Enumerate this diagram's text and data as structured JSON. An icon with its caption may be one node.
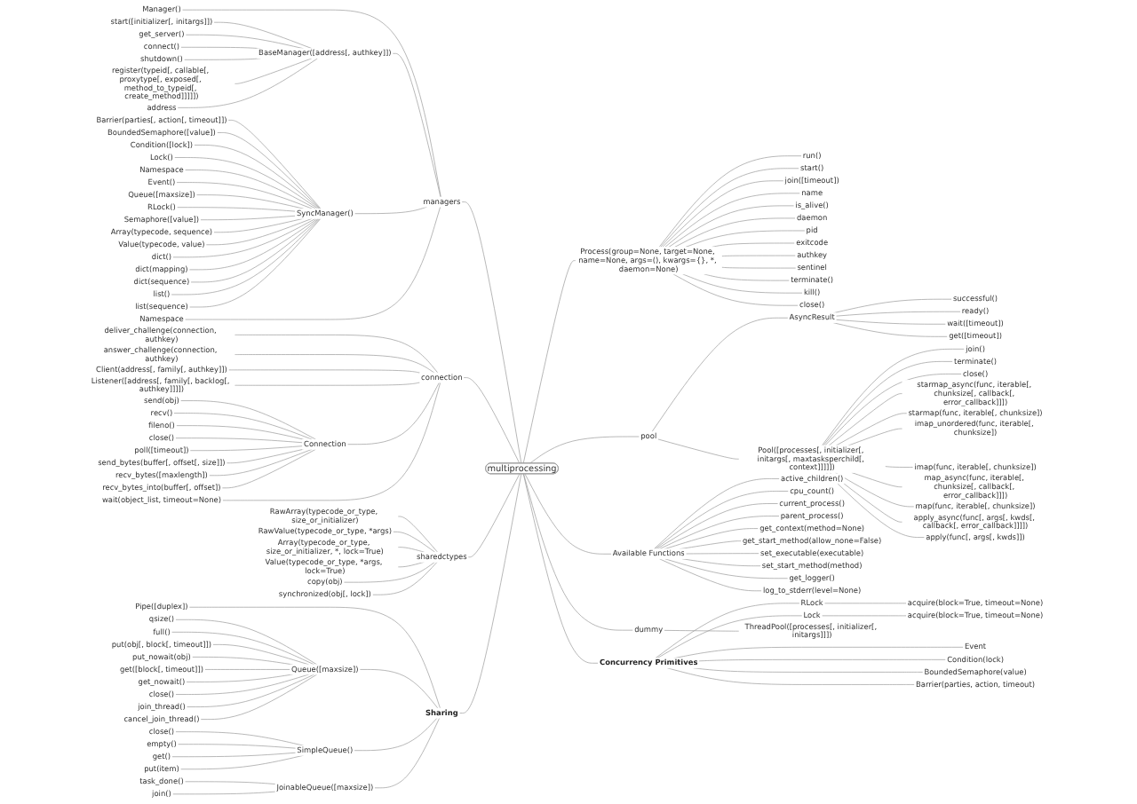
{
  "diagram": {
    "nodes": [
      {
        "text": [
          "multiprocessing"
        ]
      },
      {
        "text": [
          "managers"
        ]
      },
      {
        "text": [
          "Manager()"
        ]
      },
      {
        "text": [
          "BaseManager([address[, authkey]])"
        ]
      },
      {
        "text": [
          "start([initializer[, initargs]])"
        ]
      },
      {
        "text": [
          "get_server()"
        ]
      },
      {
        "text": [
          "connect()"
        ]
      },
      {
        "text": [
          "shutdown()"
        ]
      },
      {
        "text": [
          "register(typeid[, callable[, proxytype[, exposed[, method_to_typeid[, create_method]]]]])"
        ]
      },
      {
        "text": [
          "address"
        ]
      },
      {
        "text": [
          "SyncManager()"
        ]
      },
      {
        "text": [
          "Barrier(parties[, action[, timeout]])"
        ]
      },
      {
        "text": [
          "BoundedSemaphore([value])"
        ]
      },
      {
        "text": [
          "Condition([lock])"
        ]
      },
      {
        "text": [
          "Lock()"
        ]
      },
      {
        "text": [
          "Namespace"
        ]
      },
      {
        "text": [
          "Event()"
        ]
      },
      {
        "text": [
          "Queue([maxsize])"
        ]
      },
      {
        "text": [
          "RLock()"
        ]
      },
      {
        "text": [
          "Semaphore([value])"
        ]
      },
      {
        "text": [
          "Array(typecode, sequence)"
        ]
      },
      {
        "text": [
          "Value(typecode, value)"
        ]
      },
      {
        "text": [
          "dict()"
        ]
      },
      {
        "text": [
          "dict(mapping)"
        ]
      },
      {
        "text": [
          "dict(sequence)"
        ]
      },
      {
        "text": [
          "list()"
        ]
      },
      {
        "text": [
          "list(sequence)"
        ]
      },
      {
        "text": [
          "Namespace"
        ]
      },
      {
        "text": [
          "connection"
        ]
      },
      {
        "text": [
          "deliver_challenge(connection, authkey)"
        ]
      },
      {
        "text": [
          "answer_challenge(connection, authkey)"
        ]
      },
      {
        "text": [
          "Client(address[, family[, authkey]])"
        ]
      },
      {
        "text": [
          "Listener([address[, family[, backlog[, authkey]]]])"
        ]
      },
      {
        "text": [
          "Connection"
        ]
      },
      {
        "text": [
          "send(obj)"
        ]
      },
      {
        "text": [
          "recv()"
        ]
      },
      {
        "text": [
          "fileno()"
        ]
      },
      {
        "text": [
          "close()"
        ]
      },
      {
        "text": [
          "poll([timeout])"
        ]
      },
      {
        "text": [
          "send_bytes(buffer[, offset[, size]])"
        ]
      },
      {
        "text": [
          "recv_bytes([maxlength])"
        ]
      },
      {
        "text": [
          "recv_bytes_into(buffer[, offset])"
        ]
      },
      {
        "text": [
          "wait(object_list, timeout=None)"
        ]
      },
      {
        "text": [
          "sharedctypes"
        ]
      },
      {
        "text": [
          "RawArray(typecode_or_type, size_or_initializer)"
        ]
      },
      {
        "text": [
          "RawValue(typecode_or_type, *args)"
        ]
      },
      {
        "text": [
          "Array(typecode_or_type, size_or_initializer, *, lock=True)"
        ]
      },
      {
        "text": [
          "Value(typecode_or_type, *args, lock=True)"
        ]
      },
      {
        "text": [
          "copy(obj)"
        ]
      },
      {
        "text": [
          "synchronized(obj[, lock])"
        ]
      },
      {
        "text": [
          "Sharing"
        ]
      },
      {
        "text": [
          "Pipe([duplex])"
        ]
      },
      {
        "text": [
          "Queue([maxsize])"
        ]
      },
      {
        "text": [
          "qsize()"
        ]
      },
      {
        "text": [
          "full()"
        ]
      },
      {
        "text": [
          "put(obj[, block[, timeout]])"
        ]
      },
      {
        "text": [
          "put_nowait(obj)"
        ]
      },
      {
        "text": [
          "get([block[, timeout]])"
        ]
      },
      {
        "text": [
          "get_nowait()"
        ]
      },
      {
        "text": [
          "close()"
        ]
      },
      {
        "text": [
          "join_thread()"
        ]
      },
      {
        "text": [
          "cancel_join_thread()"
        ]
      },
      {
        "text": [
          "SimpleQueue()"
        ]
      },
      {
        "text": [
          "close()"
        ]
      },
      {
        "text": [
          "empty()"
        ]
      },
      {
        "text": [
          "get()"
        ]
      },
      {
        "text": [
          "put(item)"
        ]
      },
      {
        "text": [
          "JoinableQueue([maxsize])"
        ]
      },
      {
        "text": [
          "task_done()"
        ]
      },
      {
        "text": [
          "join()"
        ]
      },
      {
        "text": [
          "Process(group=None, target=None, name=None, args=(), kwargs={}, *, daemon=None)"
        ]
      },
      {
        "text": [
          "run()"
        ]
      },
      {
        "text": [
          "start()"
        ]
      },
      {
        "text": [
          "join([timeout])"
        ]
      },
      {
        "text": [
          "name"
        ]
      },
      {
        "text": [
          "is_alive()"
        ]
      },
      {
        "text": [
          "daemon"
        ]
      },
      {
        "text": [
          "pid"
        ]
      },
      {
        "text": [
          "exitcode"
        ]
      },
      {
        "text": [
          "authkey"
        ]
      },
      {
        "text": [
          "sentinel"
        ]
      },
      {
        "text": [
          "terminate()"
        ]
      },
      {
        "text": [
          "kill()"
        ]
      },
      {
        "text": [
          "close()"
        ]
      },
      {
        "text": [
          "Concurrency Primitives"
        ]
      },
      {
        "text": [
          "Barrier(parties, action, timeout)"
        ]
      },
      {
        "text": [
          "BoundedSemaphore(value)"
        ]
      },
      {
        "text": [
          "Condition(lock)"
        ]
      },
      {
        "text": [
          "Event"
        ]
      },
      {
        "text": [
          "Lock"
        ]
      },
      {
        "text": [
          "acquire(block=True, timeout=None)"
        ]
      },
      {
        "text": [
          "RLock"
        ]
      },
      {
        "text": [
          "acquire(block=True, timeout=None)"
        ]
      },
      {
        "text": [
          "Available Functions"
        ]
      },
      {
        "text": [
          "active_children()"
        ]
      },
      {
        "text": [
          "cpu_count()"
        ]
      },
      {
        "text": [
          "current_process()"
        ]
      },
      {
        "text": [
          "parent_process()"
        ]
      },
      {
        "text": [
          "get_context(method=None)"
        ]
      },
      {
        "text": [
          "get_start_method(allow_none=False)"
        ]
      },
      {
        "text": [
          "set_executable(executable)"
        ]
      },
      {
        "text": [
          "set_start_method(method)"
        ]
      },
      {
        "text": [
          "get_logger()"
        ]
      },
      {
        "text": [
          "log_to_stderr(level=None)"
        ]
      },
      {
        "text": [
          "pool"
        ]
      },
      {
        "text": [
          "Pool([processes[, initializer[, initargs[, maxtasksperchild[, context]]]]])"
        ]
      },
      {
        "text": [
          "apply(func[, args[, kwds]])"
        ]
      },
      {
        "text": [
          "apply_async(func[, args[, kwds[, callback[, error_callback]]]])"
        ]
      },
      {
        "text": [
          "map(func, iterable[, chunksize])"
        ]
      },
      {
        "text": [
          "map_async(func, iterable[, chunksize[, callback[, error_callback]]])"
        ]
      },
      {
        "text": [
          "imap(func, iterable[, chunksize])"
        ]
      },
      {
        "text": [
          "imap_unordered(func, iterable[, chunksize])"
        ]
      },
      {
        "text": [
          "starmap(func, iterable[, chunksize])"
        ]
      },
      {
        "text": [
          "starmap_async(func, iterable[, chunksize[, callback[, error_callback]]])"
        ]
      },
      {
        "text": [
          "close()"
        ]
      },
      {
        "text": [
          "terminate()"
        ]
      },
      {
        "text": [
          "join()"
        ]
      },
      {
        "text": [
          "AsyncResult"
        ]
      },
      {
        "text": [
          "get([timeout])"
        ]
      },
      {
        "text": [
          "wait([timeout])"
        ]
      },
      {
        "text": [
          "ready()"
        ]
      },
      {
        "text": [
          "successful()"
        ]
      },
      {
        "text": [
          "dummy"
        ]
      },
      {
        "text": [
          "ThreadPool([processes[, initializer[, initargs]]])"
        ]
      }
    ],
    "edges": [
      {
        "from": 0,
        "to": 1,
        "arrow": "none"
      },
      {
        "from": 1,
        "to": 2,
        "arrow": "none"
      },
      {
        "from": 1,
        "to": 3,
        "arrow": "none"
      },
      {
        "from": 3,
        "to": 4,
        "arrow": "none"
      },
      {
        "from": 3,
        "to": 5,
        "arrow": "none"
      },
      {
        "from": 3,
        "to": 6,
        "arrow": "none"
      },
      {
        "from": 3,
        "to": 7,
        "arrow": "none"
      },
      {
        "from": 3,
        "to": 8,
        "arrow": "none"
      },
      {
        "from": 3,
        "to": 9,
        "arrow": "none"
      },
      {
        "from": 1,
        "to": 10,
        "arrow": "none"
      },
      {
        "from": 10,
        "to": 11,
        "arrow": "none"
      },
      {
        "from": 10,
        "to": 12,
        "arrow": "none"
      },
      {
        "from": 10,
        "to": 13,
        "arrow": "none"
      },
      {
        "from": 10,
        "to": 14,
        "arrow": "none"
      },
      {
        "from": 10,
        "to": 15,
        "arrow": "none"
      },
      {
        "from": 10,
        "to": 16,
        "arrow": "none"
      },
      {
        "from": 10,
        "to": 17,
        "arrow": "none"
      },
      {
        "from": 10,
        "to": 18,
        "arrow": "none"
      },
      {
        "from": 10,
        "to": 19,
        "arrow": "none"
      },
      {
        "from": 10,
        "to": 20,
        "arrow": "none"
      },
      {
        "from": 10,
        "to": 21,
        "arrow": "none"
      },
      {
        "from": 10,
        "to": 22,
        "arrow": "none"
      },
      {
        "from": 10,
        "to": 23,
        "arrow": "none"
      },
      {
        "from": 10,
        "to": 24,
        "arrow": "none"
      },
      {
        "from": 10,
        "to": 25,
        "arrow": "none"
      },
      {
        "from": 10,
        "to": 26,
        "arrow": "none"
      },
      {
        "from": 1,
        "to": 27,
        "arrow": "none"
      },
      {
        "from": 0,
        "to": 28,
        "arrow": "none"
      },
      {
        "from": 28,
        "to": 29,
        "arrow": "none"
      },
      {
        "from": 28,
        "to": 30,
        "arrow": "none"
      },
      {
        "from": 28,
        "to": 31,
        "arrow": "none"
      },
      {
        "from": 28,
        "to": 32,
        "arrow": "none"
      },
      {
        "from": 28,
        "to": 33,
        "arrow": "none"
      },
      {
        "from": 33,
        "to": 34,
        "arrow": "none"
      },
      {
        "from": 33,
        "to": 35,
        "arrow": "none"
      },
      {
        "from": 33,
        "to": 36,
        "arrow": "none"
      },
      {
        "from": 33,
        "to": 37,
        "arrow": "none"
      },
      {
        "from": 33,
        "to": 38,
        "arrow": "none"
      },
      {
        "from": 33,
        "to": 39,
        "arrow": "none"
      },
      {
        "from": 33,
        "to": 40,
        "arrow": "none"
      },
      {
        "from": 33,
        "to": 41,
        "arrow": "none"
      },
      {
        "from": 28,
        "to": 42,
        "arrow": "none"
      },
      {
        "from": 0,
        "to": 43,
        "arrow": "none"
      },
      {
        "from": 43,
        "to": 44,
        "arrow": "none"
      },
      {
        "from": 43,
        "to": 45,
        "arrow": "none"
      },
      {
        "from": 43,
        "to": 46,
        "arrow": "none"
      },
      {
        "from": 43,
        "to": 47,
        "arrow": "none"
      },
      {
        "from": 43,
        "to": 48,
        "arrow": "none"
      },
      {
        "from": 43,
        "to": 49,
        "arrow": "none"
      },
      {
        "from": 0,
        "to": 50,
        "arrow": "none"
      },
      {
        "from": 50,
        "to": 51,
        "arrow": "none"
      },
      {
        "from": 50,
        "to": 52,
        "arrow": "none"
      },
      {
        "from": 52,
        "to": 53,
        "arrow": "none"
      },
      {
        "from": 52,
        "to": 54,
        "arrow": "none"
      },
      {
        "from": 52,
        "to": 55,
        "arrow": "none"
      },
      {
        "from": 52,
        "to": 56,
        "arrow": "none"
      },
      {
        "from": 52,
        "to": 57,
        "arrow": "none"
      },
      {
        "from": 52,
        "to": 58,
        "arrow": "none"
      },
      {
        "from": 52,
        "to": 59,
        "arrow": "none"
      },
      {
        "from": 52,
        "to": 60,
        "arrow": "none"
      },
      {
        "from": 52,
        "to": 61,
        "arrow": "none"
      },
      {
        "from": 50,
        "to": 62,
        "arrow": "none"
      },
      {
        "from": 62,
        "to": 63,
        "arrow": "none"
      },
      {
        "from": 62,
        "to": 64,
        "arrow": "none"
      },
      {
        "from": 62,
        "to": 65,
        "arrow": "none"
      },
      {
        "from": 62,
        "to": 66,
        "arrow": "none"
      },
      {
        "from": 50,
        "to": 67,
        "arrow": "none"
      },
      {
        "from": 67,
        "to": 68,
        "arrow": "none"
      },
      {
        "from": 67,
        "to": 69,
        "arrow": "none"
      },
      {
        "from": 0,
        "to": 70,
        "arrow": "none"
      },
      {
        "from": 70,
        "to": 71,
        "arrow": "none"
      },
      {
        "from": 70,
        "to": 72,
        "arrow": "none"
      },
      {
        "from": 70,
        "to": 73,
        "arrow": "none"
      },
      {
        "from": 70,
        "to": 74,
        "arrow": "none"
      },
      {
        "from": 70,
        "to": 75,
        "arrow": "none"
      },
      {
        "from": 70,
        "to": 76,
        "arrow": "none"
      },
      {
        "from": 70,
        "to": 77,
        "arrow": "none"
      },
      {
        "from": 70,
        "to": 78,
        "arrow": "none"
      },
      {
        "from": 70,
        "to": 79,
        "arrow": "none"
      },
      {
        "from": 70,
        "to": 80,
        "arrow": "none"
      },
      {
        "from": 70,
        "to": 81,
        "arrow": "none"
      },
      {
        "from": 70,
        "to": 82,
        "arrow": "none"
      },
      {
        "from": 70,
        "to": 83,
        "arrow": "none"
      },
      {
        "from": 0,
        "to": 84,
        "arrow": "none"
      },
      {
        "from": 84,
        "to": 85,
        "arrow": "none"
      },
      {
        "from": 84,
        "to": 86,
        "arrow": "none"
      },
      {
        "from": 84,
        "to": 87,
        "arrow": "none"
      },
      {
        "from": 84,
        "to": 88,
        "arrow": "none"
      },
      {
        "from": 84,
        "to": 89,
        "arrow": "none"
      },
      {
        "from": 89,
        "to": 90,
        "arrow": "none"
      },
      {
        "from": 84,
        "to": 91,
        "arrow": "none"
      },
      {
        "from": 91,
        "to": 92,
        "arrow": "none"
      },
      {
        "from": 0,
        "to": 93,
        "arrow": "none"
      },
      {
        "from": 93,
        "to": 94,
        "arrow": "none"
      },
      {
        "from": 93,
        "to": 95,
        "arrow": "none"
      },
      {
        "from": 93,
        "to": 96,
        "arrow": "none"
      },
      {
        "from": 93,
        "to": 97,
        "arrow": "none"
      },
      {
        "from": 93,
        "to": 98,
        "arrow": "none"
      },
      {
        "from": 93,
        "to": 99,
        "arrow": "none"
      },
      {
        "from": 93,
        "to": 100,
        "arrow": "none"
      },
      {
        "from": 93,
        "to": 101,
        "arrow": "none"
      },
      {
        "from": 93,
        "to": 102,
        "arrow": "none"
      },
      {
        "from": 93,
        "to": 103,
        "arrow": "none"
      },
      {
        "from": 0,
        "to": 104,
        "arrow": "none"
      },
      {
        "from": 104,
        "to": 105,
        "arrow": "none"
      },
      {
        "from": 105,
        "to": 106,
        "arrow": "none"
      },
      {
        "from": 105,
        "to": 107,
        "arrow": "none"
      },
      {
        "from": 105,
        "to": 108,
        "arrow": "none"
      },
      {
        "from": 105,
        "to": 109,
        "arrow": "none"
      },
      {
        "from": 105,
        "to": 110,
        "arrow": "none"
      },
      {
        "from": 105,
        "to": 111,
        "arrow": "none"
      },
      {
        "from": 105,
        "to": 112,
        "arrow": "none"
      },
      {
        "from": 105,
        "to": 113,
        "arrow": "none"
      },
      {
        "from": 105,
        "to": 114,
        "arrow": "none"
      },
      {
        "from": 105,
        "to": 115,
        "arrow": "none"
      },
      {
        "from": 105,
        "to": 116,
        "arrow": "none"
      },
      {
        "from": 104,
        "to": 117,
        "arrow": "none"
      },
      {
        "from": 117,
        "to": 118,
        "arrow": "none"
      },
      {
        "from": 117,
        "to": 119,
        "arrow": "none"
      },
      {
        "from": 117,
        "to": 120,
        "arrow": "none"
      },
      {
        "from": 117,
        "to": 121,
        "arrow": "none"
      },
      {
        "from": 0,
        "to": 122,
        "arrow": "none"
      },
      {
        "from": 122,
        "to": 123,
        "arrow": "none"
      }
    ]
  }
}
